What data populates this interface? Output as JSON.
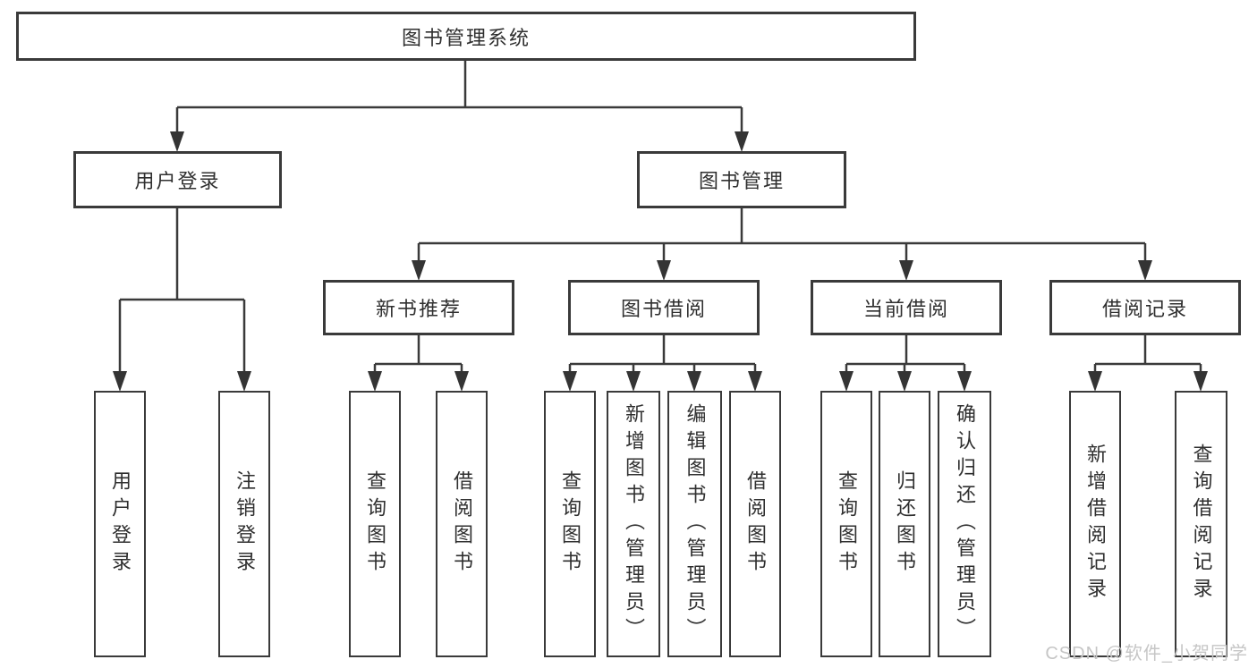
{
  "tree": {
    "root": {
      "label": "图书管理系统"
    },
    "branches": [
      {
        "label": "用户登录",
        "children": [
          {
            "label": "用户登录"
          },
          {
            "label": "注销登录"
          }
        ]
      },
      {
        "label": "图书管理",
        "modules": [
          {
            "label": "新书推荐",
            "children": [
              {
                "label": "查询图书"
              },
              {
                "label": "借阅图书"
              }
            ]
          },
          {
            "label": "图书借阅",
            "children": [
              {
                "label": "查询图书"
              },
              {
                "label": "新增图书（管理员）"
              },
              {
                "label": "编辑图书（管理员）"
              },
              {
                "label": "借阅图书"
              }
            ]
          },
          {
            "label": "当前借阅",
            "children": [
              {
                "label": "查询图书"
              },
              {
                "label": "归还图书"
              },
              {
                "label": "确认归还（管理员）"
              }
            ]
          },
          {
            "label": "借阅记录",
            "children": [
              {
                "label": "新增借阅记录"
              },
              {
                "label": "查询借阅记录"
              }
            ]
          }
        ]
      }
    ]
  },
  "watermark": {
    "text": "CSDN @软件_小贺同学",
    "color": "#c6c6c6"
  },
  "colors": {
    "line": "#3a3a3a",
    "border": "#3a3a3a",
    "text": "#2f2f2f",
    "background": "#ffffff"
  }
}
